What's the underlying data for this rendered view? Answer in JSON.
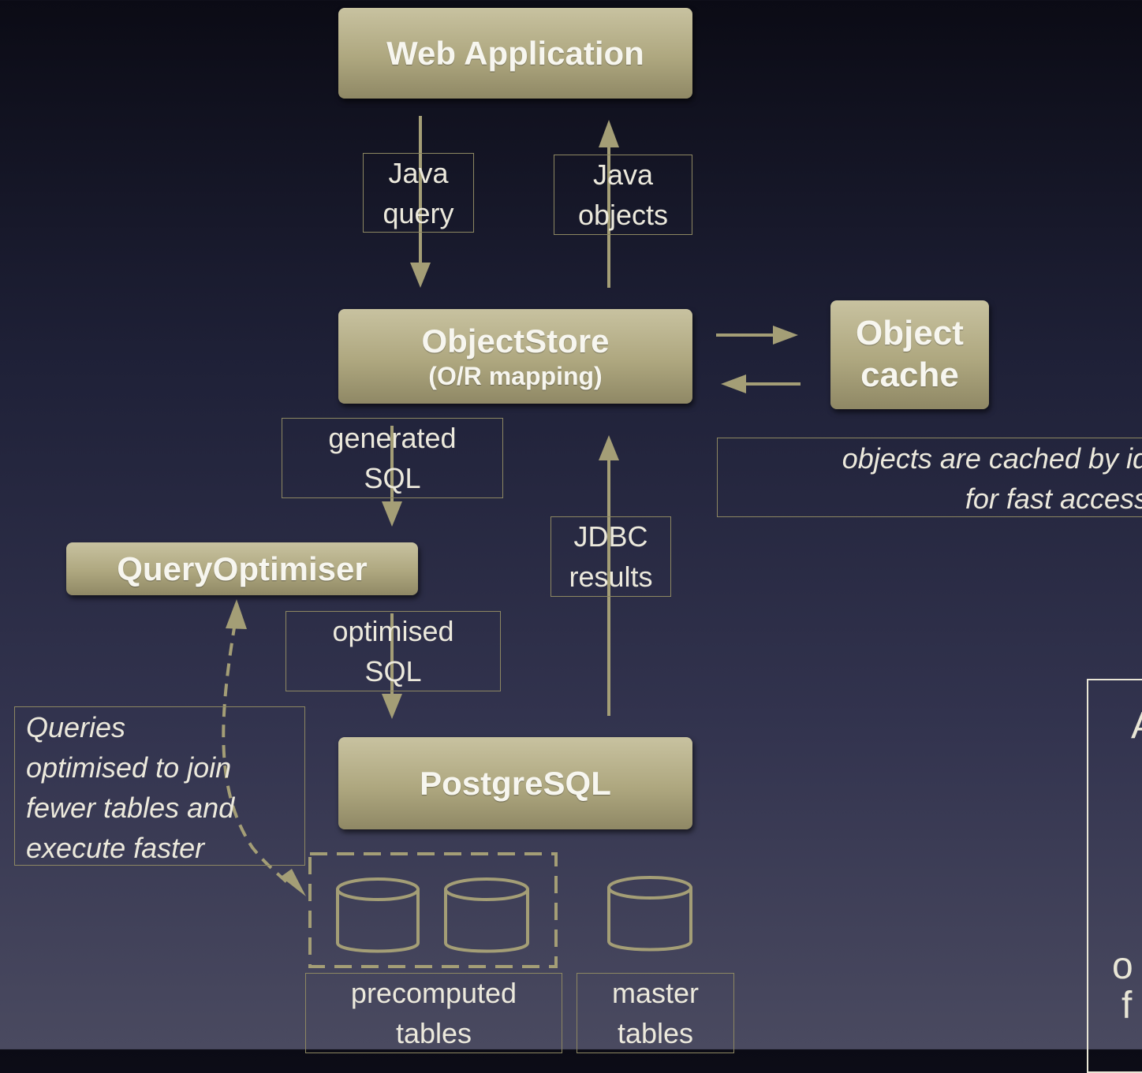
{
  "components": {
    "web_application": "Web Application",
    "objectstore": "ObjectStore",
    "objectstore_sub": "(O/R mapping)",
    "object_cache_line1": "Object",
    "object_cache_line2": "cache",
    "query_optimiser": "QueryOptimiser",
    "postgresql": "PostgreSQL"
  },
  "labels": {
    "java_query": [
      "Java",
      "query"
    ],
    "java_objects": [
      "Java",
      "objects"
    ],
    "generated_sql": [
      "generated",
      "SQL"
    ],
    "jdbc_results": [
      "JDBC",
      "results"
    ],
    "optimised_sql": [
      "optimised",
      "SQL"
    ],
    "precomputed_tables": [
      "precomputed",
      "tables"
    ],
    "master_tables": [
      "master",
      "tables"
    ]
  },
  "notes": {
    "cache_note": [
      "objects are cached by id",
      "for fast access"
    ],
    "optimiser_note": [
      "Queries",
      "optimised to join",
      "fewer tables and",
      "execute faster"
    ]
  },
  "side_panel_fragments": {
    "top": "A",
    "line1": "o",
    "line2": "f"
  },
  "colors": {
    "box_fill": "#aea77f",
    "line": "#a49e76",
    "text_light": "#ece9dc"
  }
}
